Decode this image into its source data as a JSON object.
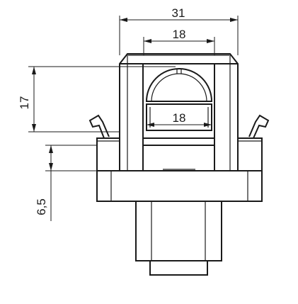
{
  "drawing": {
    "dimensions": {
      "top_width": "31",
      "inner_width": "18",
      "window_width": "18",
      "height": "17",
      "step_height": "6,5"
    }
  }
}
